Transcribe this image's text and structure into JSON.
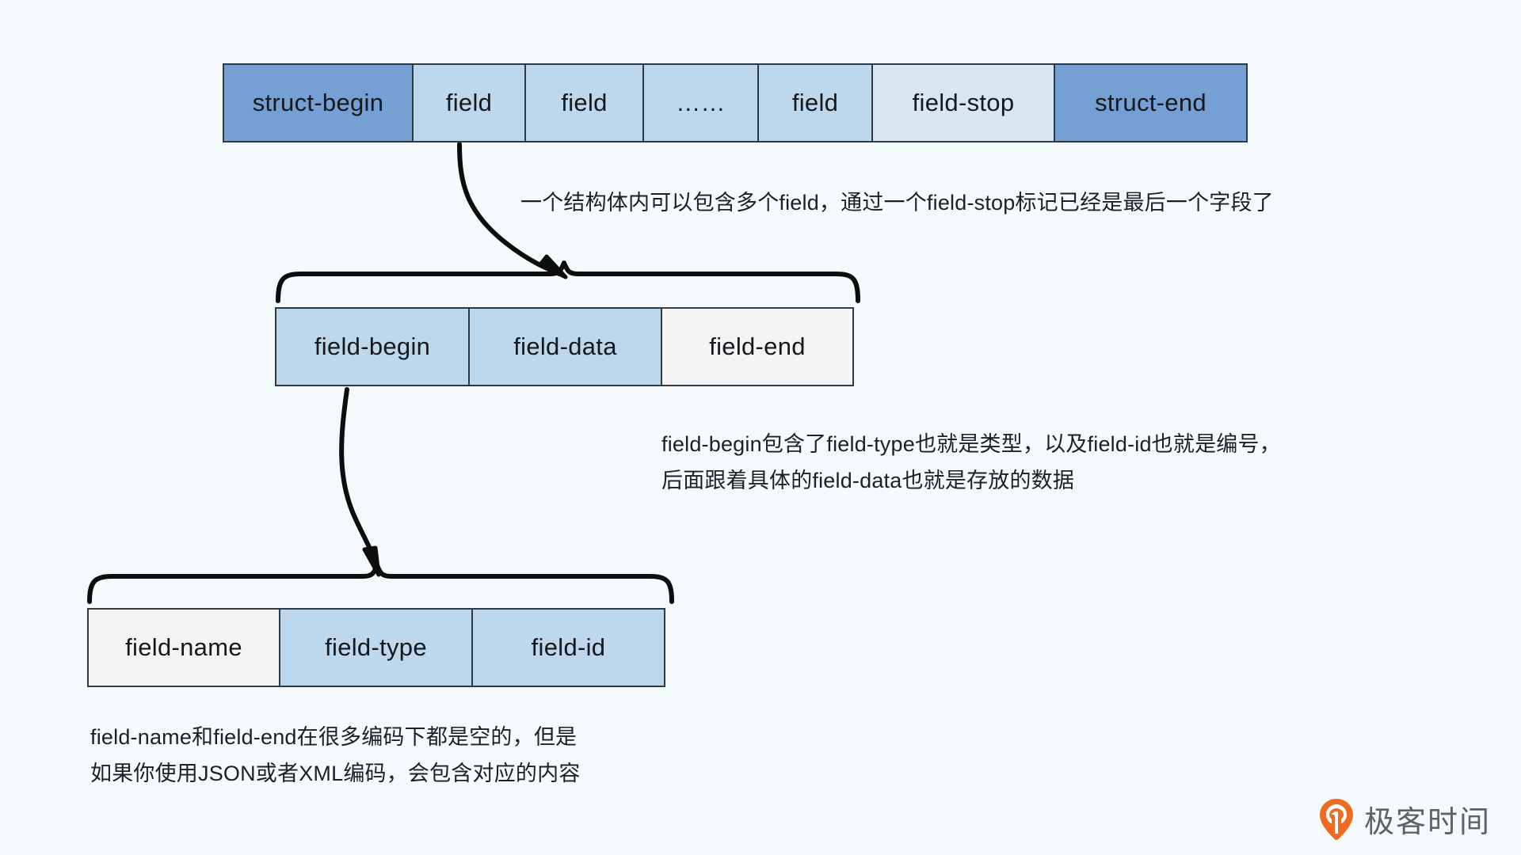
{
  "diagram": {
    "title": "Thrift message struct encoding layout",
    "background_color": "#f4fafb",
    "colors": {
      "accent_dark_blue": "#74a0d4",
      "accent_light_blue": "#bdd7ec",
      "accent_pale_blue": "#d9e6f2",
      "neutral_white": "#f4f4f4",
      "border": "#2f3b44",
      "text": "#15181c",
      "watermark_orange": "#f06b22",
      "watermark_text": "#5c6368"
    },
    "rows": [
      {
        "name": "struct-row",
        "cells": [
          {
            "label": "struct-begin",
            "fill": "#74a0d4"
          },
          {
            "label": "field",
            "fill": "#bdd7ec"
          },
          {
            "label": "field",
            "fill": "#bdd7ec"
          },
          {
            "label": "……",
            "fill": "#bdd7ec"
          },
          {
            "label": "field",
            "fill": "#bdd7ec"
          },
          {
            "label": "field-stop",
            "fill": "#d9e6f2"
          },
          {
            "label": "struct-end",
            "fill": "#74a0d4"
          }
        ]
      },
      {
        "name": "field-row",
        "cells": [
          {
            "label": "field-begin",
            "fill": "#bdd7ec"
          },
          {
            "label": "field-data",
            "fill": "#bdd7ec"
          },
          {
            "label": "field-end",
            "fill": "#f4f4f4"
          }
        ]
      },
      {
        "name": "field-begin-row",
        "cells": [
          {
            "label": "field-name",
            "fill": "#f4f4f4"
          },
          {
            "label": "field-type",
            "fill": "#bdd7ec"
          },
          {
            "label": "field-id",
            "fill": "#bdd7ec"
          }
        ]
      }
    ],
    "annotations": [
      {
        "name": "struct-note",
        "text": "一个结构体内可以包含多个field，通过一个field-stop标记已经是最后一个字段了"
      },
      {
        "name": "field-note",
        "text": "field-begin包含了field-type也就是类型，以及field-id也就是编号，\n后面跟着具体的field-data也就是存放的数据"
      },
      {
        "name": "field-begin-note",
        "text": "field-name和field-end在很多编码下都是空的，但是\n如果你使用JSON或者XML编码，会包含对应的内容"
      }
    ],
    "watermark": {
      "text": "极客时间",
      "icon": "geektime-pin-logo"
    }
  }
}
